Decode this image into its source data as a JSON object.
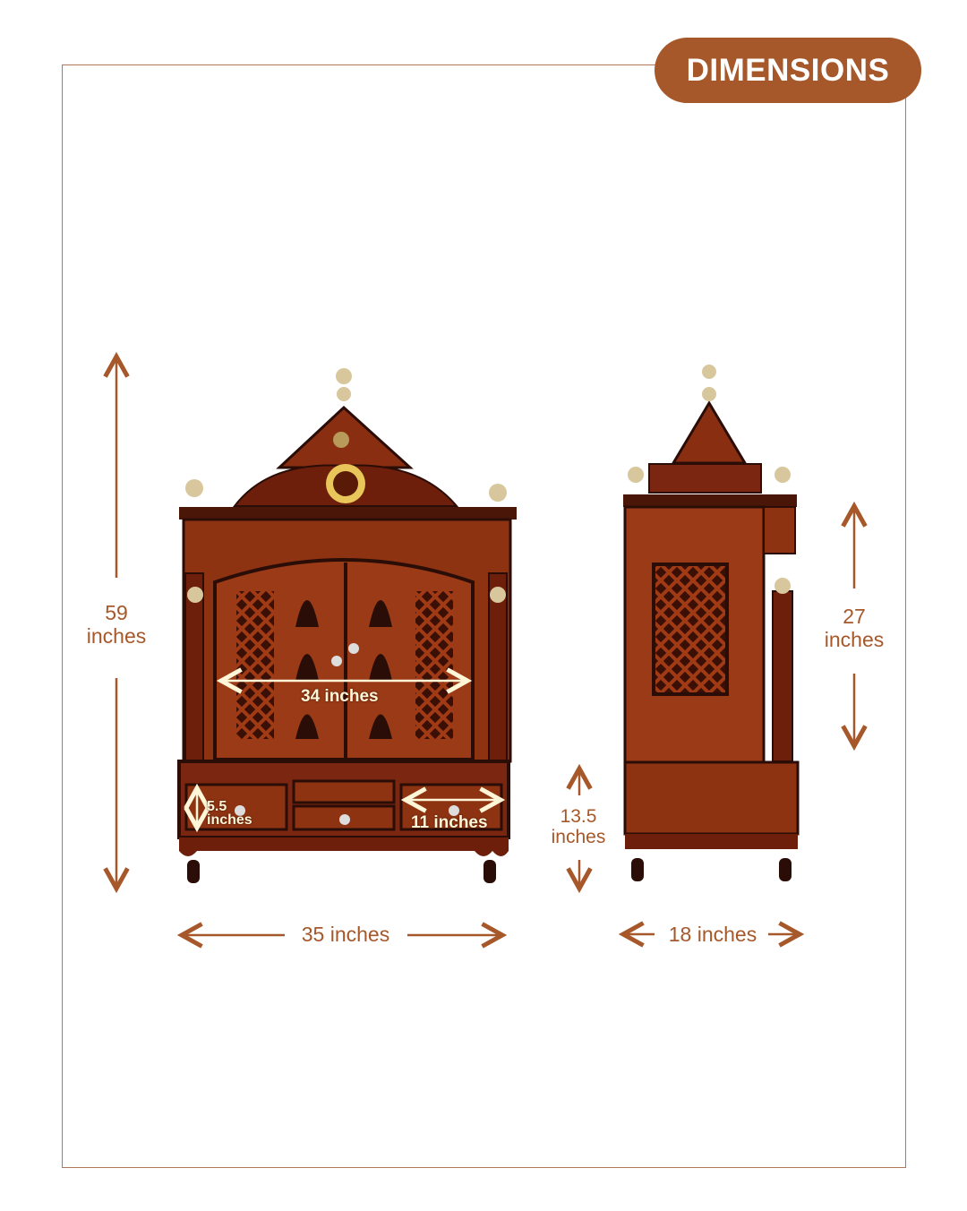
{
  "badge": "DIMENSIONS",
  "colors": {
    "accent": "#a6582a",
    "wood": "#8a2e12",
    "wood_dark": "#2a0d06"
  },
  "front": {
    "height": {
      "value": "59",
      "unit": "inches"
    },
    "width": "35 inches",
    "inner_width": "34 inches",
    "drawer_height": {
      "value": "5.5",
      "unit": "inches"
    },
    "drawer_width": "11 inches"
  },
  "side": {
    "depth": "18 inches",
    "upper_height": {
      "value": "27",
      "unit": "inches"
    },
    "base_height": {
      "value": "13.5",
      "unit": "inches"
    }
  }
}
